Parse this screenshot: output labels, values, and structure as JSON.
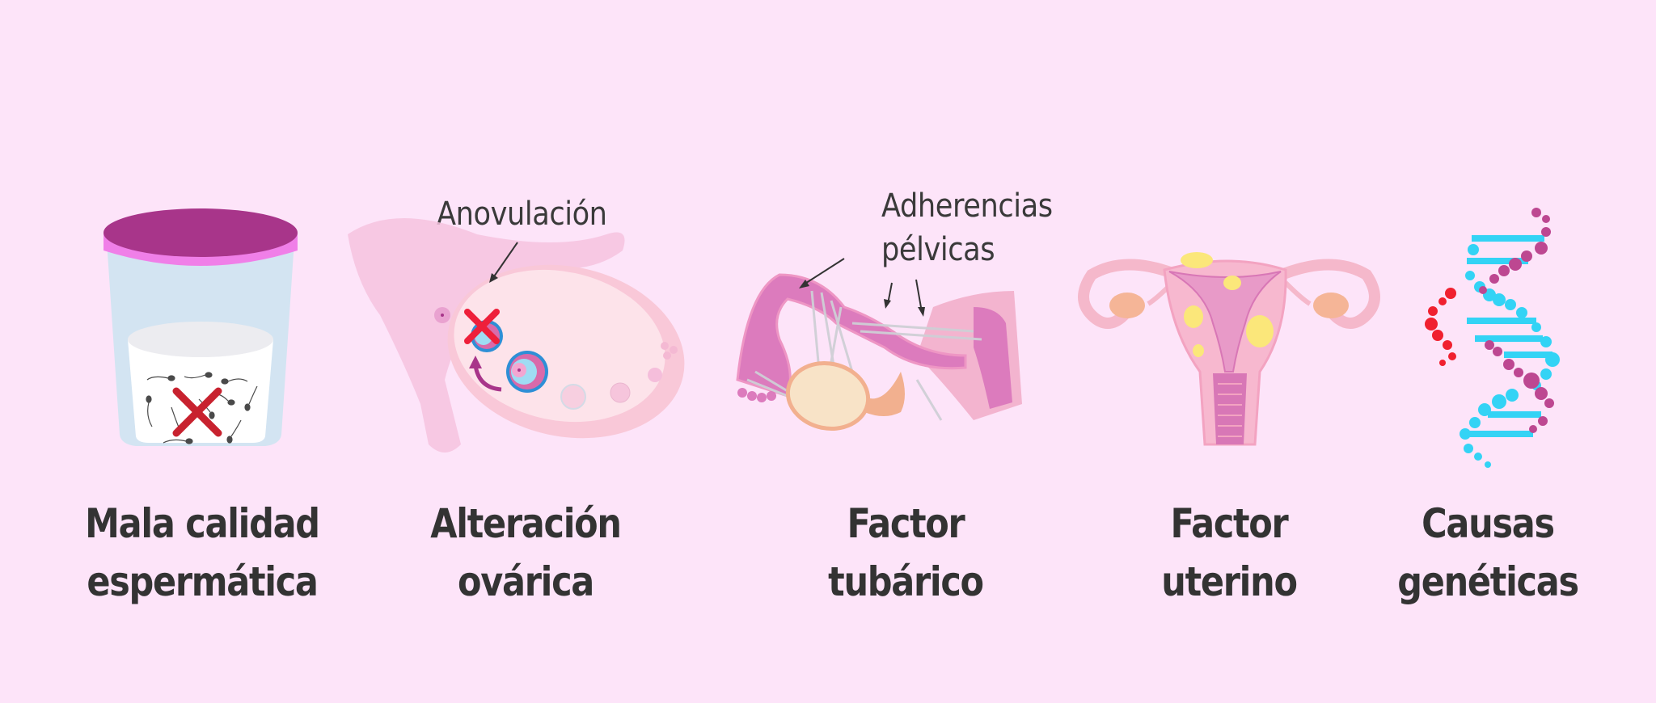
{
  "background_color": "#fde4f9",
  "text_color": "#333333",
  "panels": [
    {
      "id": "sperm",
      "caption": [
        "Mala calidad",
        "espermática"
      ],
      "icon": "sample-cup-sperm-crossed-icon",
      "colors": {
        "lid": "#a8358a",
        "lid_rim": "#f07fe8",
        "cup": "#d3e4f2",
        "sample": "#ffffff",
        "cross": "#c8222f"
      }
    },
    {
      "id": "ovary",
      "caption": [
        "Alteración",
        "ovárica"
      ],
      "annotation": [
        "Anovulación"
      ],
      "icon": "ovary-anovulation-icon",
      "colors": {
        "ovary": "#fbd8e6",
        "tube": "#f6bfdc",
        "follicle": "#2e8fd6",
        "cross": "#ee1f3a",
        "arrow": "#a8358a"
      }
    },
    {
      "id": "tubal",
      "caption": [
        "Factor",
        "tubárico"
      ],
      "annotation": [
        "Adherencias",
        "pélvicas"
      ],
      "icon": "fallopian-tube-adhesions-icon",
      "colors": {
        "tube": "#dc7bbd",
        "ovary": "#f8e3c7",
        "adhesion": "#cfcfd6",
        "uterus": "#f3b4cf"
      }
    },
    {
      "id": "uterine",
      "caption": [
        "Factor",
        "uterino"
      ],
      "icon": "uterus-fibroids-icon",
      "colors": {
        "uterus": "#f7b8cf",
        "cavity": "#e89ac8",
        "fibroid": "#fbe77a",
        "ovary": "#f5b597"
      }
    },
    {
      "id": "genetic",
      "caption": [
        "Causas",
        "genéticas"
      ],
      "icon": "dna-helix-icon",
      "colors": {
        "strand_a": "#33d3f5",
        "strand_b": "#bd4791",
        "fragment": "#f0202f"
      }
    }
  ]
}
